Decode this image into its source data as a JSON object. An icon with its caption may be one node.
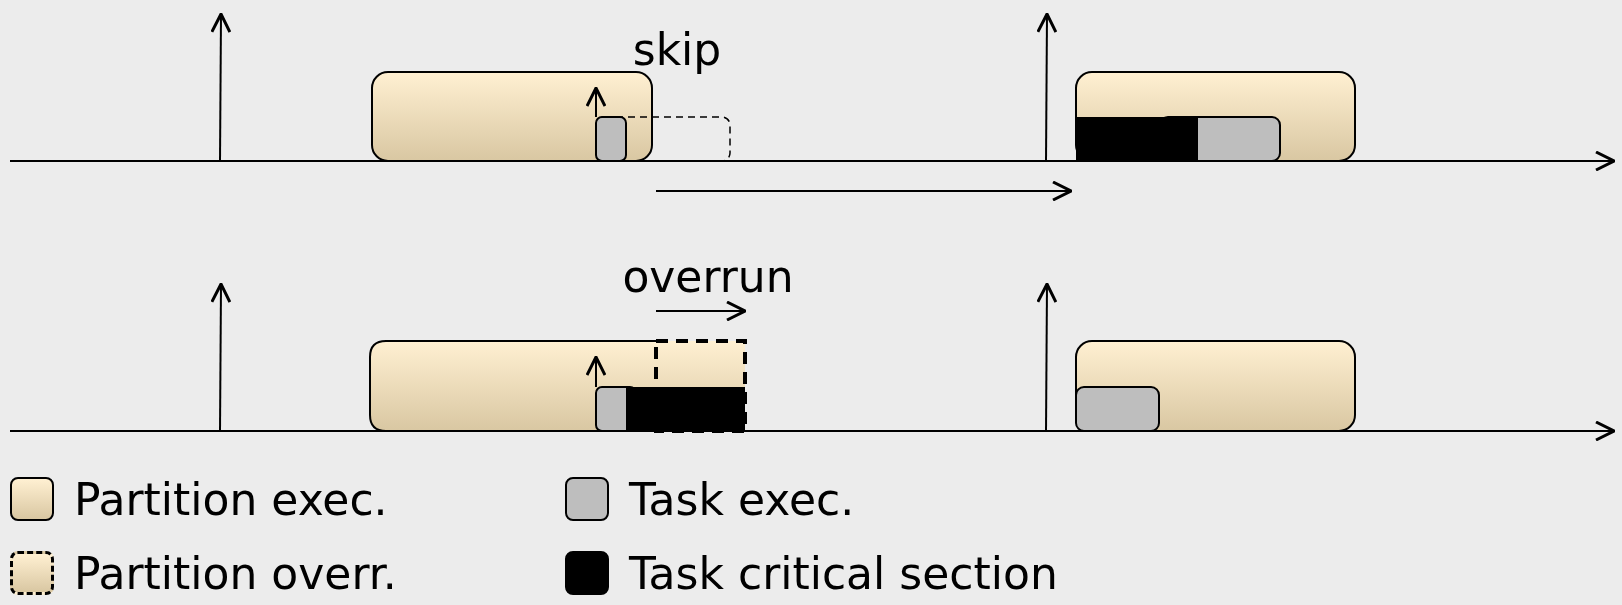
{
  "diagram": {
    "labels": [
      "skip",
      "overrun"
    ],
    "legend": [
      {
        "text": "Partition exec."
      },
      {
        "text": "Task exec.",
        "color": "#bebebe"
      },
      {
        "text": "Partition overr."
      },
      {
        "text": "Task critical section",
        "color": "#000000"
      }
    ]
  }
}
